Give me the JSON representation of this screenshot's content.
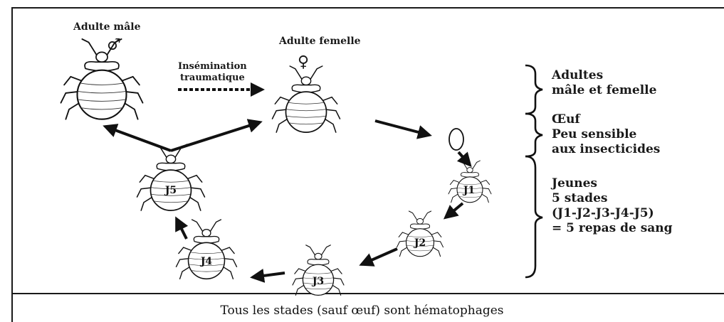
{
  "labels": {
    "adult_male": "Adulte mâle",
    "adult_female": "Adulte femelle",
    "insemination": "Insémination\ntraumatique",
    "male_symbol": "♂",
    "female_symbol": "♀"
  },
  "stages": {
    "j1": "J1",
    "j2": "J2",
    "j3": "J3",
    "j4": "J4",
    "j5": "J5"
  },
  "legend": {
    "adults": "Adultes\nmâle et femelle",
    "egg": "Œuf\nPeu sensible\naux insecticides",
    "young": "Jeunes\n5 stades\n(J1-J2-J3-J4-J5)\n= 5 repas de sang"
  },
  "caption": "Tous les stades (sauf œuf) sont hématophages"
}
